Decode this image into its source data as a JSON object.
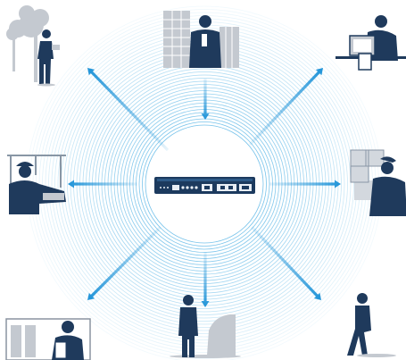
{
  "colors": {
    "ring": "#5ab6e6",
    "arrow": "#1e93d8",
    "figure": "#1f3a5c",
    "shade": "#c4c9d0",
    "device": "#1c3a5e",
    "device_panel": "#e8eef5"
  },
  "hub": {
    "icon": "network-device-icon"
  },
  "spokes": [
    {
      "name": "person-outdoor-trees",
      "icon": "person-with-tablet-outdoors-icon"
    },
    {
      "name": "person-office-buildings",
      "icon": "person-on-phone-city-icon"
    },
    {
      "name": "person-desk-computer",
      "icon": "person-at-desk-pc-icon"
    },
    {
      "name": "person-warehouse",
      "icon": "worker-with-boxes-icon"
    },
    {
      "name": "person-walking",
      "icon": "person-walking-phone-icon"
    },
    {
      "name": "person-car",
      "icon": "person-beside-car-icon"
    },
    {
      "name": "person-reading-document",
      "icon": "person-with-document-icon"
    },
    {
      "name": "person-construction",
      "icon": "worker-with-hardhat-icon"
    }
  ]
}
